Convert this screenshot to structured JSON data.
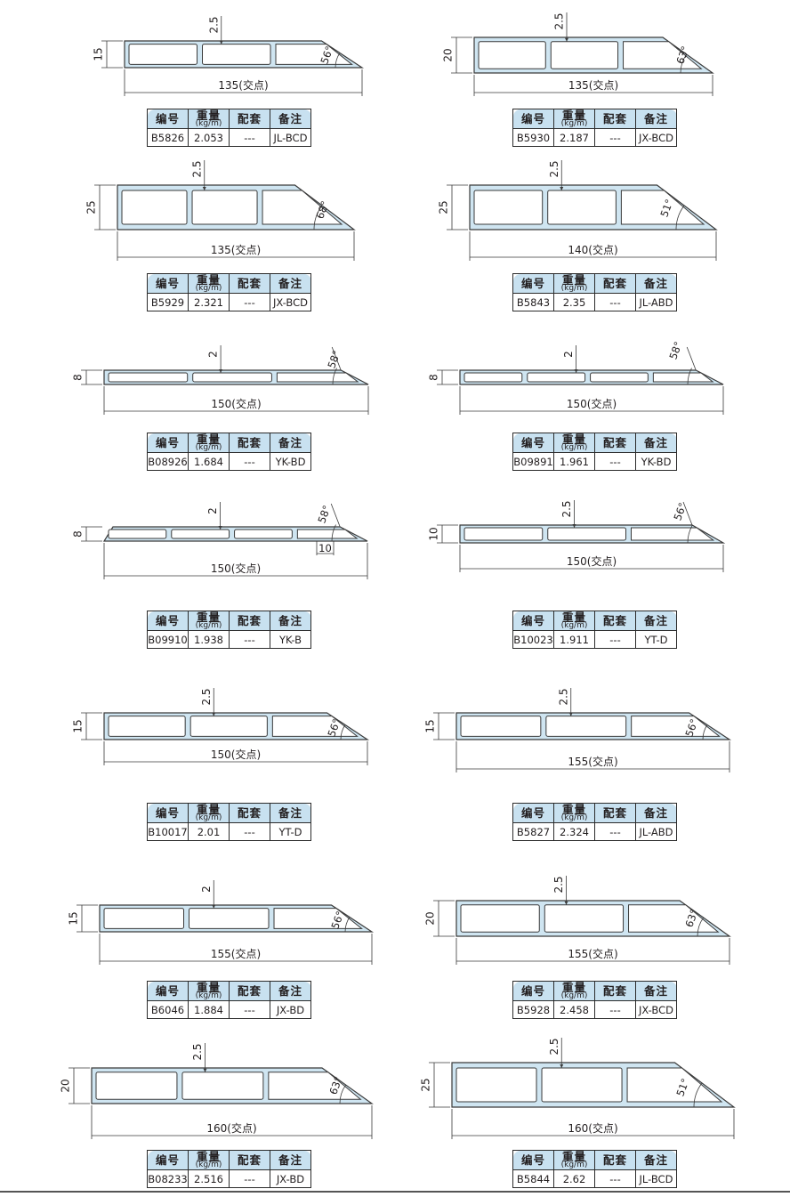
{
  "table_headers": {
    "code": "编号",
    "weight": "重量",
    "weight_unit": "(kg/m)",
    "match": "配套",
    "note": "备注"
  },
  "colors": {
    "profile_fill": "#cfe5f1",
    "profile_stroke": "#3a3a3a",
    "dim_line": "#3a3a3a",
    "header_bg": "#c8e1f0"
  },
  "profiles": [
    {
      "id": "p1",
      "code": "B5826",
      "weight": "2.053",
      "match": "---",
      "note": "JL-BCD",
      "length": "135(交点)",
      "height": "15",
      "wall": "2.5",
      "angle": "56°"
    },
    {
      "id": "p2",
      "code": "B5930",
      "weight": "2.187",
      "match": "---",
      "note": "JX-BCD",
      "length": "135(交点)",
      "height": "20",
      "wall": "2.5",
      "angle": "63°"
    },
    {
      "id": "p3",
      "code": "B5929",
      "weight": "2.321",
      "match": "---",
      "note": "JX-BCD",
      "length": "135(交点)",
      "height": "25",
      "wall": "2.5",
      "angle": "68°"
    },
    {
      "id": "p4",
      "code": "B5843",
      "weight": "2.35",
      "match": "---",
      "note": "JL-ABD",
      "length": "140(交点)",
      "height": "25",
      "wall": "2.5",
      "angle": "51°"
    },
    {
      "id": "p5",
      "code": "B08926",
      "weight": "1.684",
      "match": "---",
      "note": "YK-BD",
      "length": "150(交点)",
      "height": "8",
      "wall": "2",
      "angle": "58°"
    },
    {
      "id": "p6",
      "code": "B09891",
      "weight": "1.961",
      "match": "---",
      "note": "YK-BD",
      "length": "150(交点)",
      "height": "8",
      "wall": "2",
      "angle": "58°"
    },
    {
      "id": "p7",
      "code": "B09910",
      "weight": "1.938",
      "match": "---",
      "note": "YK-B",
      "length": "150(交点)",
      "height": "8",
      "wall": "2",
      "angle": "58°",
      "extra": "10"
    },
    {
      "id": "p8",
      "code": "B10023",
      "weight": "1.911",
      "match": "---",
      "note": "YT-D",
      "length": "150(交点)",
      "height": "10",
      "wall": "2.5",
      "angle": "56°"
    },
    {
      "id": "p9",
      "code": "B10017",
      "weight": "2.01",
      "match": "---",
      "note": "YT-D",
      "length": "150(交点)",
      "height": "15",
      "wall": "2.5",
      "angle": "56°"
    },
    {
      "id": "p10",
      "code": "B5827",
      "weight": "2.324",
      "match": "---",
      "note": "JL-ABD",
      "length": "155(交点)",
      "height": "15",
      "wall": "2.5",
      "angle": "56°"
    },
    {
      "id": "p11",
      "code": "B6046",
      "weight": "1.884",
      "match": "---",
      "note": "JX-BD",
      "length": "155(交点)",
      "height": "15",
      "wall": "2",
      "angle": "56°"
    },
    {
      "id": "p12",
      "code": "B5928",
      "weight": "2.458",
      "match": "---",
      "note": "JX-BCD",
      "length": "155(交点)",
      "height": "20",
      "wall": "2.5",
      "angle": "63°"
    },
    {
      "id": "p13",
      "code": "B08233",
      "weight": "2.516",
      "match": "---",
      "note": "JX-BD",
      "length": "160(交点)",
      "height": "20",
      "wall": "2.5",
      "angle": "63°"
    },
    {
      "id": "p14",
      "code": "B5844",
      "weight": "2.62",
      "match": "---",
      "note": "JL-BCD",
      "length": "160(交点)",
      "height": "25",
      "wall": "2.5",
      "angle": "51°"
    }
  ]
}
